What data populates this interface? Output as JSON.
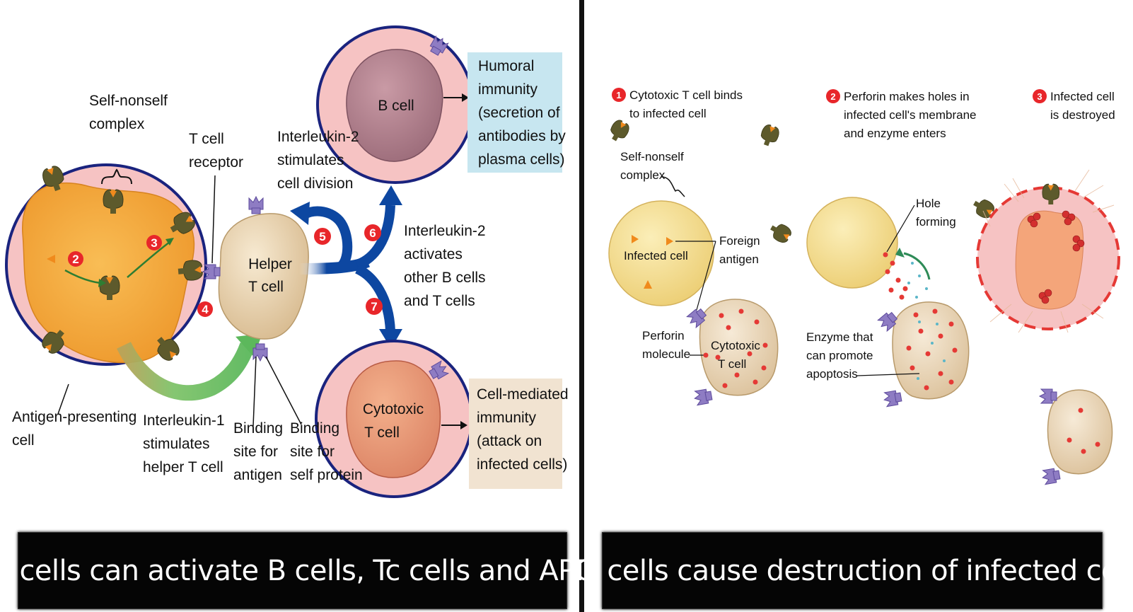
{
  "left_panel": {
    "labels": {
      "self_nonself": [
        "Self-nonself",
        "complex"
      ],
      "t_cell_receptor": [
        "T cell",
        "receptor"
      ],
      "il2_division": [
        "Interleukin-2",
        "stimulates",
        "cell division"
      ],
      "il2_activates": [
        "Interleukin-2",
        "activates",
        "other B cells",
        "and T cells"
      ],
      "b_cell": "B cell",
      "humoral": [
        "Humoral",
        "immunity",
        "(secretion of",
        "antibodies by",
        "plasma cells)"
      ],
      "helper": [
        "Helper",
        "T cell"
      ],
      "cytotoxic": [
        "Cytotoxic",
        "T cell"
      ],
      "cell_mediated": [
        "Cell-mediated",
        "immunity",
        "(attack on",
        "infected cells)"
      ],
      "apc": [
        "Antigen-presenting",
        "cell"
      ],
      "il1": [
        "Interleukin-1",
        "stimulates",
        "helper T cell"
      ],
      "binding_antigen": [
        "Binding",
        "site for",
        "antigen"
      ],
      "binding_self": [
        "Binding",
        "site for",
        "self protein"
      ]
    },
    "steps": [
      "2",
      "3",
      "4",
      "5",
      "6",
      "7"
    ],
    "caption": "Th cells  can activate B cells, Tc cells and APCs"
  },
  "right_panel": {
    "steps": [
      {
        "num": "1",
        "lines": [
          "Cytotoxic T cell binds",
          "to infected cell"
        ]
      },
      {
        "num": "2",
        "lines": [
          "Perforin makes holes in",
          "infected cell's membrane",
          "and enzyme enters"
        ]
      },
      {
        "num": "3",
        "lines": [
          "Infected cell",
          "is destroyed"
        ]
      }
    ],
    "labels": {
      "self_nonself": [
        "Self-nonself",
        "complex"
      ],
      "foreign_antigen": [
        "Foreign",
        "antigen"
      ],
      "infected_cell": "Infected cell",
      "perforin": [
        "Perforin",
        "molecule"
      ],
      "cytotoxic": [
        "Cytotoxic",
        "T cell"
      ],
      "hole_forming": [
        "Hole",
        "forming"
      ],
      "enzyme": [
        "Enzyme that",
        "can promote",
        "apoptosis"
      ]
    },
    "caption": "Tc cells  cause destruction of infected cell"
  },
  "colors": {
    "apc_fill": "#f4a53a",
    "halo_pink": "#f6c3c3",
    "circle_border": "#1a237e",
    "arrow_blue": "#0d47a1",
    "arrow_green": "#5cb85c",
    "step_red": "#e8262a",
    "humoral_box": "#c7e6f0",
    "cellmed_box": "#f1e3d1",
    "infected_fill": "#f6df95",
    "tcell_fill": "#efdcc0",
    "destroyed_border": "#e53935"
  }
}
